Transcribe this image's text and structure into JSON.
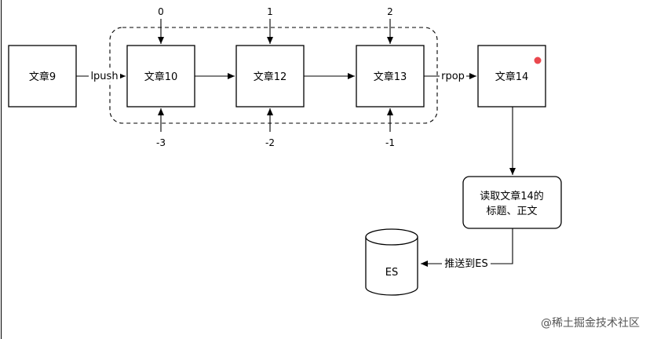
{
  "nodes": {
    "a9": "文章9",
    "a10": "文章10",
    "a12": "文章12",
    "a13": "文章13",
    "a14": "文章14",
    "read_line1": "读取文章14的",
    "read_line2": "标题、正文",
    "es": "ES"
  },
  "edges": {
    "lpush": "lpush",
    "rpop": "rpop",
    "push_es": "推送到ES"
  },
  "indexes": {
    "top": [
      "0",
      "1",
      "2"
    ],
    "bottom": [
      "-3",
      "-2",
      "-1"
    ]
  },
  "watermark": "@稀土掘金技术社区",
  "colors": {
    "stroke": "#000000",
    "dot": "#e8343b"
  }
}
